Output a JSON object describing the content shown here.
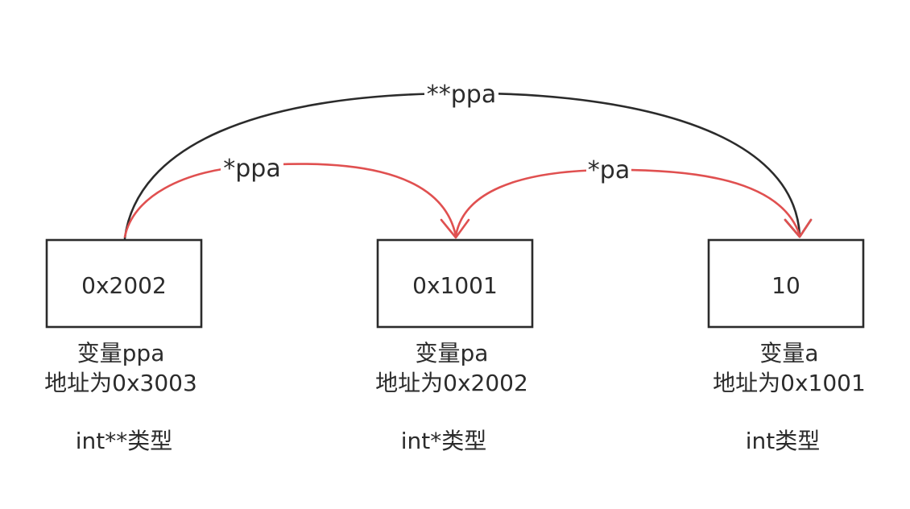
{
  "colors": {
    "outline": "#2b2b2b",
    "accent_red": "#e05050"
  },
  "nodes": [
    {
      "id": "ppa",
      "value": "0x2002",
      "caption_lines": [
        "变量ppa",
        "地址为0x3003",
        "",
        "int**类型"
      ]
    },
    {
      "id": "pa",
      "value": "0x1001",
      "caption_lines": [
        "变量pa",
        "地址为0x2002",
        "",
        "int*类型"
      ]
    },
    {
      "id": "a",
      "value": "10",
      "caption_lines": [
        "变量a",
        "地址为0x1001",
        "",
        "int类型"
      ]
    }
  ],
  "edges": [
    {
      "id": "deref-ppa",
      "from": "ppa",
      "to": "pa",
      "label": "*ppa",
      "color": "#e05050"
    },
    {
      "id": "deref-pa",
      "from": "pa",
      "to": "a",
      "label": "*pa",
      "color": "#e05050"
    },
    {
      "id": "double-deref-ppa",
      "from": "ppa",
      "to": "a",
      "label": "**ppa",
      "color": "#2b2b2b"
    }
  ]
}
